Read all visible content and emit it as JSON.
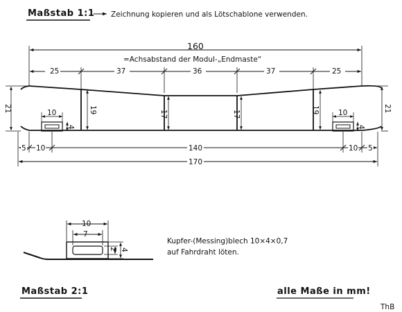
{
  "header": {
    "scale_title": "Maßstab 1:1",
    "instruction": "Zeichnung kopieren und als Lötschablone verwenden."
  },
  "top_drawing": {
    "overall_dim": "160",
    "overall_note": "=Achsabstand der Modul-„Endmaste“",
    "spacings": [
      "25",
      "37",
      "36",
      "37",
      "25"
    ],
    "heights": [
      "21",
      "19",
      "17",
      "17",
      "19",
      "21"
    ],
    "plate_width": "10",
    "plate_height": "4",
    "end_offset": "5",
    "plate_offset": "10",
    "inner_length": "140",
    "total_length": "170"
  },
  "detail_drawing": {
    "outer_width": "10",
    "inner_width": "7",
    "dim_small": "2",
    "dim_height": "4",
    "material_line1": "Kupfer-(Messing)blech 10×4×0,7",
    "material_line2": "auf Fahrdraht löten."
  },
  "footer": {
    "scale_title": "Maßstab 2:1",
    "units_note": "alle Maße in mm!",
    "author": "ThB"
  }
}
